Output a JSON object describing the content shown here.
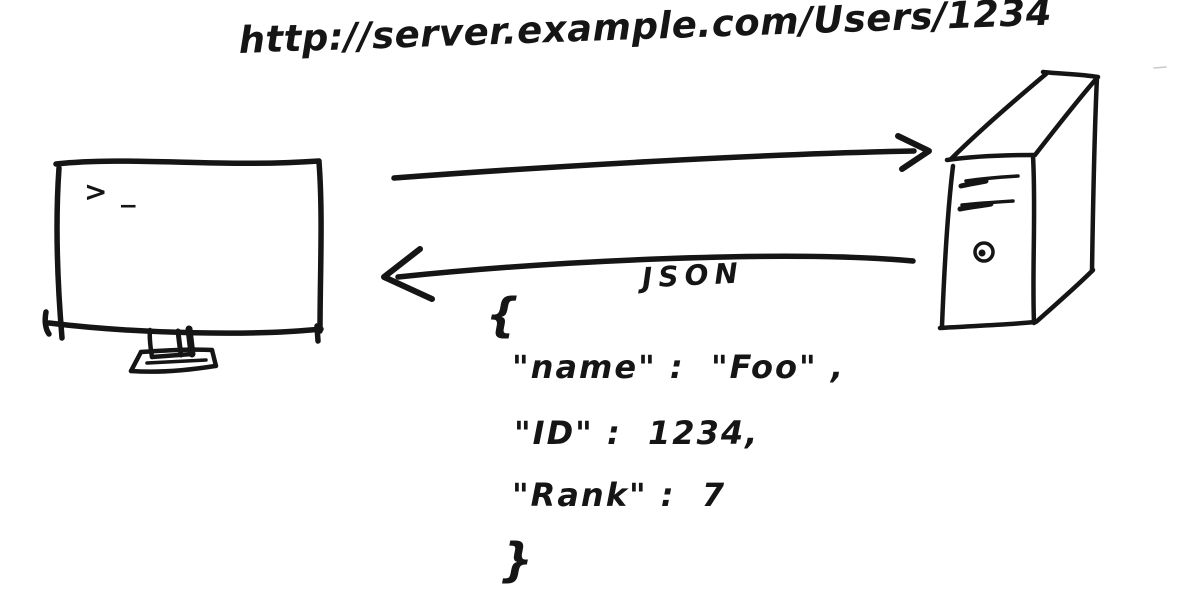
{
  "palette": {
    "ink": "#151515",
    "background": "#ffffff"
  },
  "url_label": "http://server.example.com/Users/1234",
  "client_monitor": {
    "prompt": "> _"
  },
  "response_arrow": {
    "label": "JSON"
  },
  "json_body": {
    "lines": [
      "{",
      "\"name\" :  \"Foo\" ,",
      "\"ID\" :  1234,",
      "\"Rank\" :  7",
      "}"
    ]
  },
  "figures": {
    "client": "client-monitor-sketch",
    "server": "server-tower-sketch",
    "request": "request-arrow-sketch",
    "response": "response-arrow-sketch"
  }
}
